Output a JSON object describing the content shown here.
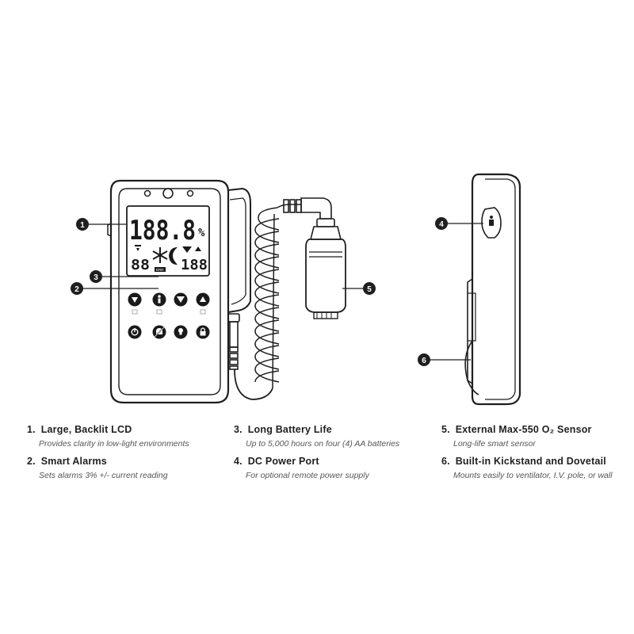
{
  "lcd": {
    "main_reading": "188.8",
    "unit": "%",
    "low_alarm": "88",
    "high_alarm": "188",
    "small_badge": "ERR"
  },
  "callouts": [
    "1",
    "2",
    "3",
    "4",
    "5",
    "6"
  ],
  "features": [
    {
      "num": "1.",
      "title": "Large, Backlit LCD",
      "desc": "Provides clarity in low-light environments"
    },
    {
      "num": "2.",
      "title": "Smart Alarms",
      "desc": "Sets alarms 3% +/- current reading"
    },
    {
      "num": "3.",
      "title": "Long Battery Life",
      "desc": "Up to 5,000 hours on four (4) AA batteries"
    },
    {
      "num": "4.",
      "title": "DC Power Port",
      "desc": "For optional remote power supply"
    },
    {
      "num": "5.",
      "title": "External Max-550 O₂ Sensor",
      "desc": "Long-life smart sensor"
    },
    {
      "num": "6.",
      "title": "Built-in Kickstand and Dovetail",
      "desc": "Mounts easily to ventilator, I.V. pole, or wall"
    }
  ],
  "colors": {
    "line": "#1f1f1f",
    "callout_fill": "#1f1f1f",
    "callout_text": "#ffffff",
    "lcd_bg": "#ffffff"
  },
  "icons": [
    "arrow-down-icon",
    "person-icon",
    "triangle-down-icon",
    "arrow-up-icon",
    "power-icon",
    "bell-off-icon",
    "bulb-icon",
    "lock-icon"
  ]
}
